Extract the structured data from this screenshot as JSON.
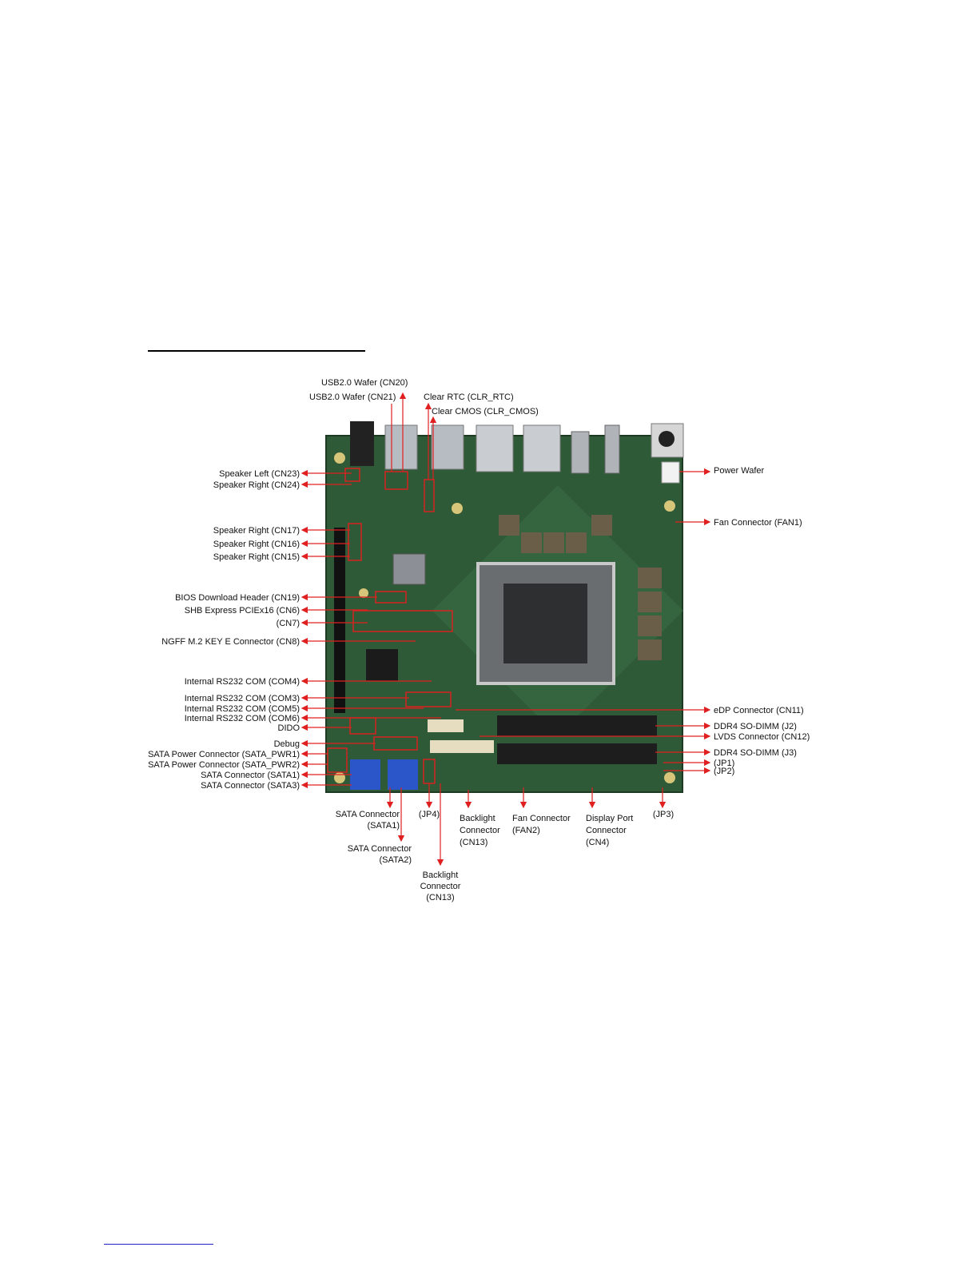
{
  "labels": {
    "cn20": "USB2.0 Wafer (CN20)",
    "cn21": "USB2.0 Wafer (CN21)",
    "clr_rtc": "Clear RTC (CLR_RTC)",
    "clr_cmos": "Clear CMOS (CLR_CMOS)",
    "cn23": "Speaker Left (CN23)",
    "cn24": "Speaker Right (CN24)",
    "power_wafer": "Power Wafer",
    "fan1": "Fan Connector (FAN1)",
    "cn17": "Speaker Right (CN17)",
    "cn16": "Speaker Right (CN16)",
    "cn15": "Speaker Right (CN15)",
    "cn19": "BIOS Download Header (CN19)",
    "cn6": "SHB Express PCIEx16 (CN6)",
    "cn7": "(CN7)",
    "cn8": "NGFF M.2 KEY E Connector (CN8)",
    "com4": "Internal RS232 COM (COM4)",
    "com3": "Internal RS232 COM (COM3)",
    "com5": "Internal RS232 COM (COM5)",
    "com6": "Internal RS232 COM (COM6)",
    "dido": "DIDO",
    "debug": "Debug",
    "sata_pwr1": "SATA Power Connector (SATA_PWR1)",
    "sata_pwr2": "SATA Power Connector (SATA_PWR2)",
    "sata1": "SATA Connector (SATA1)",
    "sata3": "SATA Connector (SATA3)",
    "cn11": "eDP Connector (CN11)",
    "j2": "DDR4 SO-DIMM (J2)",
    "cn12": "LVDS Connector (CN12)",
    "j3": "DDR4 SO-DIMM (J3)",
    "jp1": "(JP1)",
    "jp2": "(JP2)",
    "jp3": "(JP3)",
    "bottom_sata1_l1": "SATA Connector",
    "bottom_sata1_l2": "(SATA1)",
    "jp4": "(JP4)",
    "bl1_l1": "Backlight",
    "bl1_l2": "Connector",
    "bl1_l3": "(CN13)",
    "fan2_l1": "Fan Connector",
    "fan2_l2": "(FAN2)",
    "dp_l1": "Display Port",
    "dp_l2": "Connector",
    "dp_l3": "(CN4)",
    "bottom_sata2_l1": "SATA Connector",
    "bottom_sata2_l2": "(SATA2)",
    "bl2_l1": "Backlight",
    "bl2_l2": "Connector",
    "bl2_l3": "(CN13)"
  },
  "colors": {
    "board": "#2f5a37",
    "arrow": "#e02020",
    "text": "#111111"
  }
}
